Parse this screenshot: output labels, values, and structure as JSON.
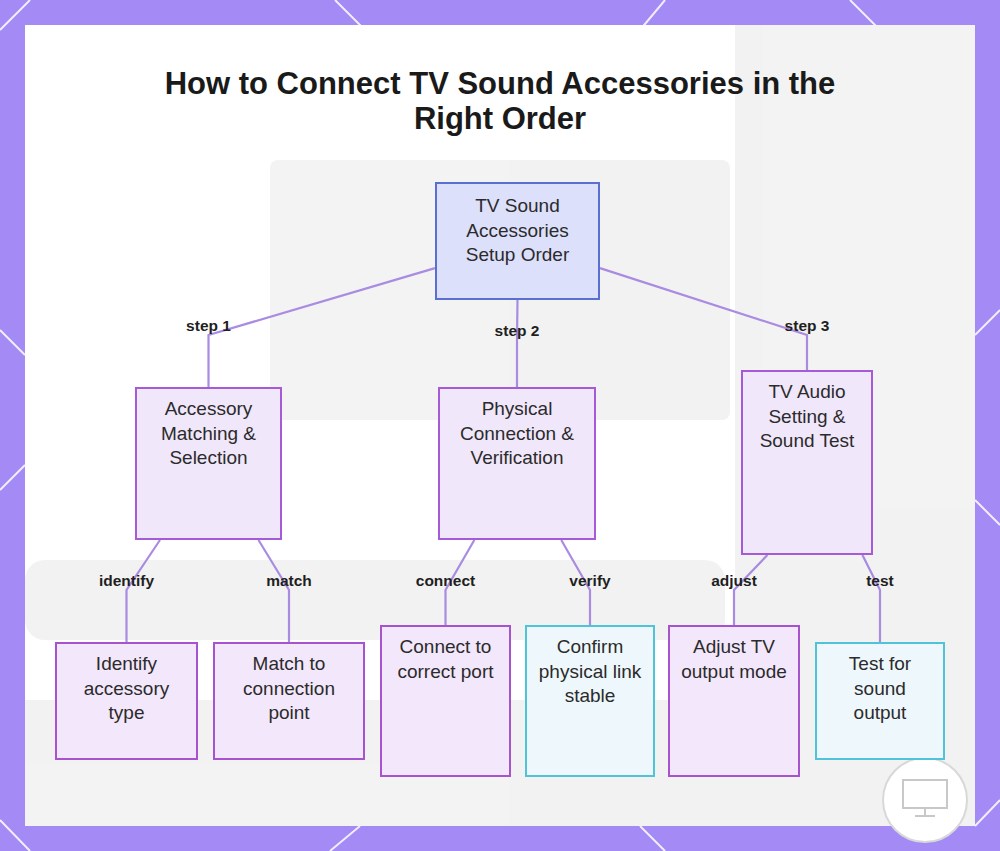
{
  "diagram": {
    "title": "How to Connect TV Sound Accessories in the Right Order",
    "nodes": [
      {
        "text": [
          "TV Sound Accessories Setup Order"
        ]
      },
      {
        "text": [
          "Accessory Matching & Selection"
        ]
      },
      {
        "text": [
          "Physical Connection & Verification"
        ]
      },
      {
        "text": [
          "TV Audio Setting & Sound Test"
        ]
      },
      {
        "text": [
          "Identify accessory type"
        ]
      },
      {
        "text": [
          "Match to connection point"
        ]
      },
      {
        "text": [
          "Connect to correct port"
        ]
      },
      {
        "text": [
          "Confirm physical link stable"
        ]
      },
      {
        "text": [
          "Adjust TV output mode"
        ]
      },
      {
        "text": [
          "Test for sound output"
        ]
      }
    ],
    "edges": [
      {
        "from": 0,
        "to": 1,
        "label": "step 1",
        "arrow": "none"
      },
      {
        "from": 0,
        "to": 2,
        "label": "step 2",
        "arrow": "none"
      },
      {
        "from": 0,
        "to": 3,
        "label": "step 3",
        "arrow": "none"
      },
      {
        "from": 1,
        "to": 4,
        "label": "identify",
        "arrow": "none"
      },
      {
        "from": 1,
        "to": 5,
        "label": "match",
        "arrow": "none"
      },
      {
        "from": 2,
        "to": 6,
        "label": "connect",
        "arrow": "none"
      },
      {
        "from": 2,
        "to": 7,
        "label": "verify",
        "arrow": "none"
      },
      {
        "from": 3,
        "to": 8,
        "label": "adjust",
        "arrow": "none"
      },
      {
        "from": 3,
        "to": 9,
        "label": "test",
        "arrow": "none"
      }
    ]
  }
}
